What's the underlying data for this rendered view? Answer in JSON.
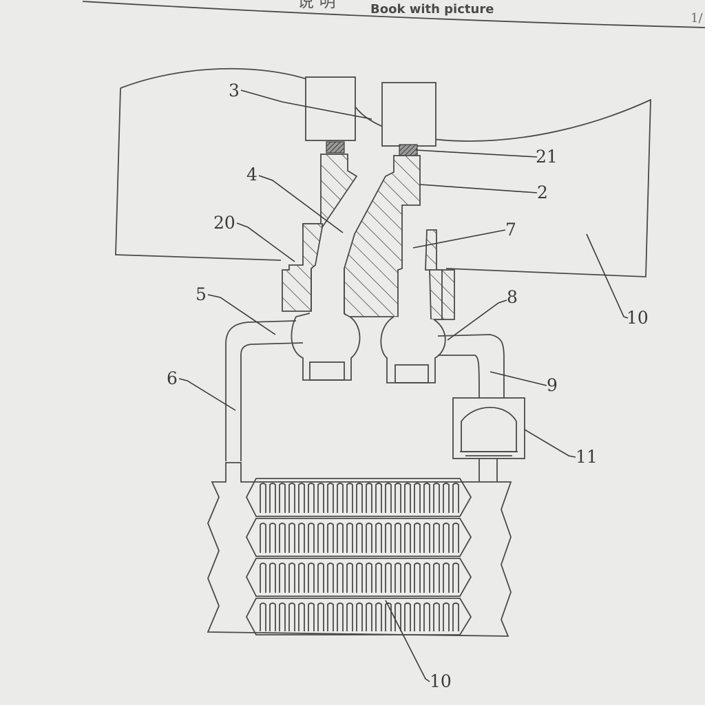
{
  "header": {
    "glyphs": "说  明",
    "caption": "Book with picture",
    "page_number": "1/"
  },
  "callouts": [
    "3",
    "21",
    "4",
    "2",
    "20",
    "7",
    "10",
    "5",
    "8",
    "9",
    "6",
    "11",
    "10"
  ]
}
